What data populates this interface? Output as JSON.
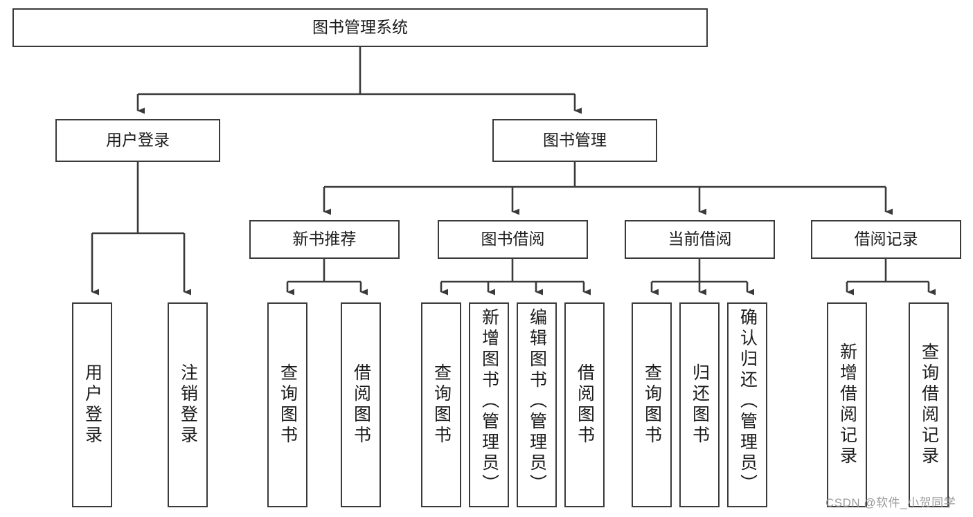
{
  "diagram": {
    "type": "tree",
    "title": "图书管理系统",
    "watermark": "CSDN @软件_小贺同学",
    "colors": {
      "background": "#ffffff",
      "stroke": "#3a3a3a",
      "text": "#1b1b1b",
      "watermark": "#9a9a9a"
    },
    "nodes": {
      "root": {
        "label": "图书管理系统"
      },
      "level2": [
        {
          "label": "用户登录"
        },
        {
          "label": "图书管理"
        }
      ],
      "level3": [
        {
          "label": "新书推荐"
        },
        {
          "label": "图书借阅"
        },
        {
          "label": "当前借阅"
        },
        {
          "label": "借阅记录"
        }
      ],
      "leaves": {
        "user_login": [
          {
            "label": "用户登录"
          },
          {
            "label": "注销登录"
          }
        ],
        "new_book_recommend": [
          {
            "label": "查询图书"
          },
          {
            "label": "借阅图书"
          }
        ],
        "book_borrow": [
          {
            "label": "查询图书"
          },
          {
            "label": "新增图书（管理员）"
          },
          {
            "label": "编辑图书（管理员）"
          },
          {
            "label": "借阅图书"
          }
        ],
        "current_borrow": [
          {
            "label": "查询图书"
          },
          {
            "label": "归还图书"
          },
          {
            "label": "确认归还（管理员）"
          }
        ],
        "borrow_record": [
          {
            "label": "新增借阅记录"
          },
          {
            "label": "查询借阅记录"
          }
        ]
      }
    }
  }
}
